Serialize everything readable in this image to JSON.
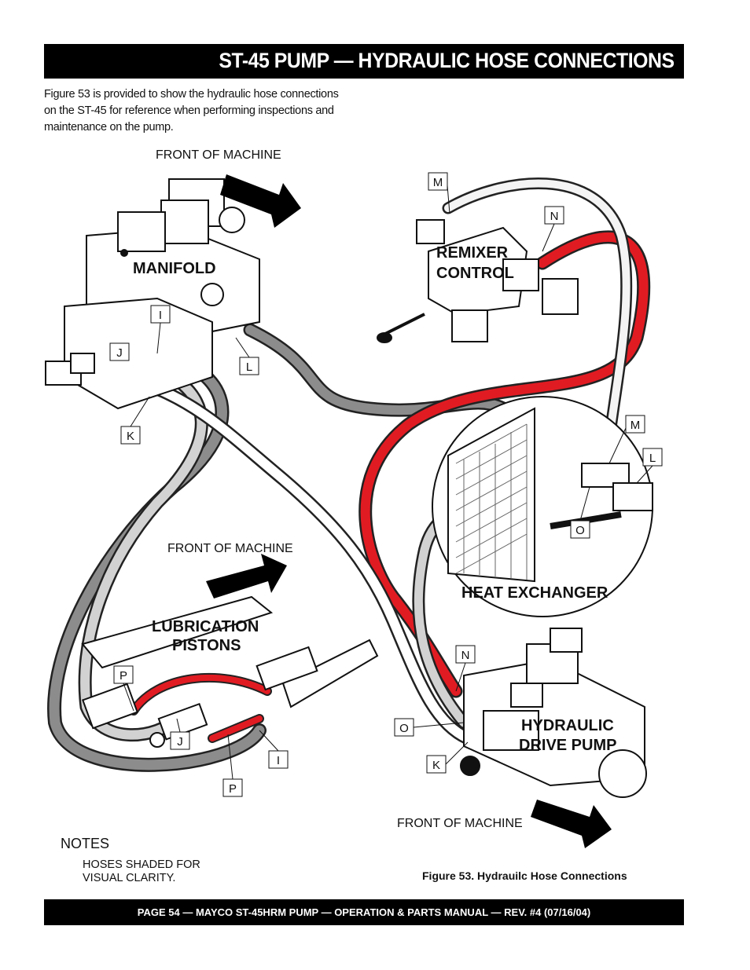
{
  "header": {
    "title": "ST-45 PUMP — HYDRAULIC HOSE CONNECTIONS"
  },
  "intro": {
    "line1": "Figure 53 is provided to show the hydraulic hose connections",
    "line2": "on the ST-45 for reference when performing inspections and",
    "line3": "maintenance on the pump."
  },
  "figure": {
    "front_top": "FRONT OF MACHINE",
    "front_mid": "FRONT OF MACHINE",
    "front_bottom": "FRONT OF MACHINE",
    "manifold": "MANIFOLD",
    "remixer_line1": "REMIXER",
    "remixer_line2": "CONTROL",
    "heat_exchanger": "HEAT EXCHANGER",
    "lubrication_line1": "LUBRICATION",
    "lubrication_line2": "PISTONS",
    "drive_line1": "HYDRAULIC",
    "drive_line2": "DRIVE PUMP",
    "callouts": {
      "m_top": "M",
      "n_top": "N",
      "i_manifold": "I",
      "j_manifold": "J",
      "k_manifold": "K",
      "l_manifold": "L",
      "m_hx": "M",
      "l_hx": "L",
      "o_hx": "O",
      "p_top": "P",
      "j_lube": "J",
      "p_bottom": "P",
      "i_lube": "I",
      "n_pump": "N",
      "o_pump": "O",
      "k_pump": "K"
    },
    "colors": {
      "red_hose": "#e11b22",
      "grey_hose": "#8c8c8c",
      "light_hose": "#d2d2d2"
    }
  },
  "notes": {
    "heading": "NOTES",
    "line1": "HOSES SHADED FOR",
    "line2": "VISUAL CLARITY."
  },
  "caption": "Figure 53.  Hydrauilc Hose Connections",
  "footer": "PAGE 54 — MAYCO ST-45HRM PUMP — OPERATION & PARTS MANUAL — REV. #4 (07/16/04)"
}
